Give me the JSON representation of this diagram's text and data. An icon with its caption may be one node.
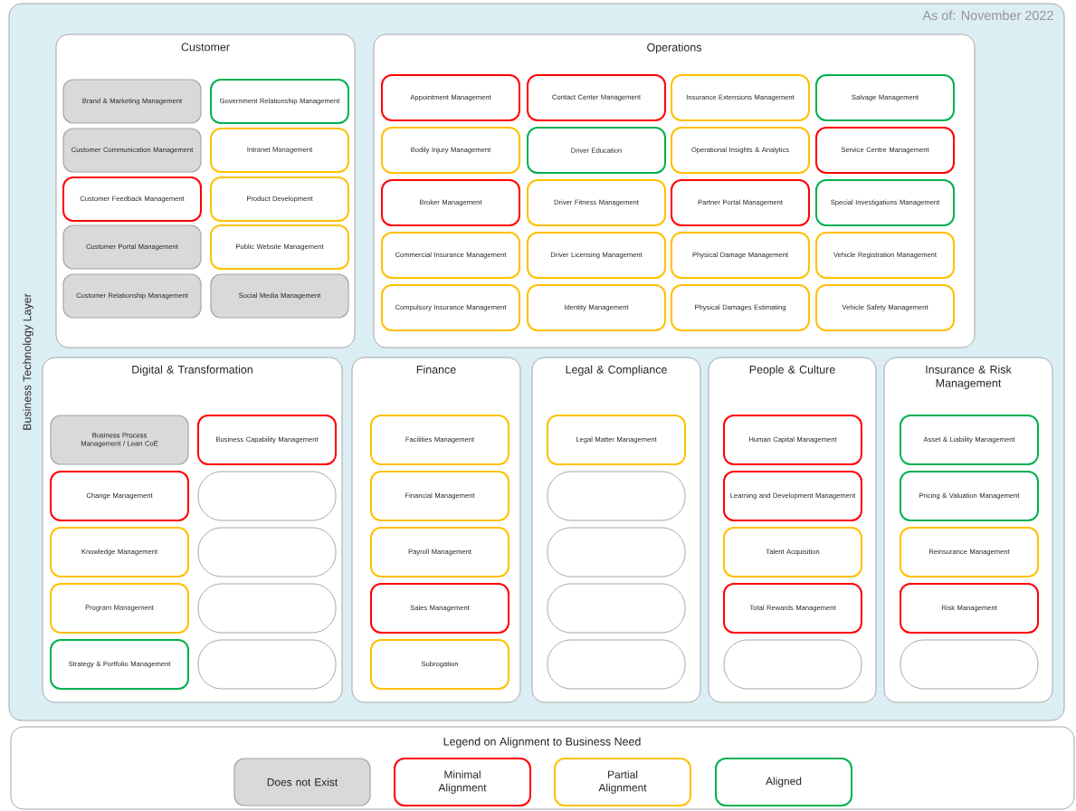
{
  "diagram": {
    "nodes": [
      {
        "text": [
          "Business Technology Layer"
        ]
      },
      {
        "text": [
          "Customer"
        ],
        "in": 0
      },
      {
        "text": [
          "Brand & Marketing Management"
        ],
        "in": 1
      },
      {
        "text": [
          "Government Relationship Management"
        ],
        "in": 1
      },
      {
        "text": [
          "Customer Communication Management"
        ],
        "in": 1
      },
      {
        "text": [
          "Intranet Management"
        ],
        "in": 1
      },
      {
        "text": [
          "Customer Feedback Management"
        ],
        "in": 1
      },
      {
        "text": [
          "Product Development"
        ],
        "in": 1
      },
      {
        "text": [
          "Customer Portal Management"
        ],
        "in": 1
      },
      {
        "text": [
          "Public Website Management"
        ],
        "in": 1
      },
      {
        "text": [
          "Customer Relationship Management"
        ],
        "in": 1
      },
      {
        "text": [
          "Social Media Management"
        ],
        "in": 1
      },
      {
        "text": [
          "Operations"
        ],
        "in": 0
      },
      {
        "text": [
          "Appointment Management"
        ],
        "in": 12
      },
      {
        "text": [
          "Contact Center Management"
        ],
        "in": 12
      },
      {
        "text": [
          "Insurance Extensions Management"
        ],
        "in": 12
      },
      {
        "text": [
          "Salvage Management"
        ],
        "in": 12
      },
      {
        "text": [
          "Bodily Injury Management"
        ],
        "in": 12
      },
      {
        "text": [
          "Driver Education"
        ],
        "in": 12
      },
      {
        "text": [
          "Operational Insights & Analytics"
        ],
        "in": 12
      },
      {
        "text": [
          "Service Centre Management"
        ],
        "in": 12
      },
      {
        "text": [
          "Broker Management"
        ],
        "in": 12
      },
      {
        "text": [
          "Driver Fitness Management"
        ],
        "in": 12
      },
      {
        "text": [
          "Partner Portal Management"
        ],
        "in": 12
      },
      {
        "text": [
          "Special Investigations Management"
        ],
        "in": 12
      },
      {
        "text": [
          "Commercial Insurance Management"
        ],
        "in": 12
      },
      {
        "text": [
          "Driver Licensing Management"
        ],
        "in": 12
      },
      {
        "text": [
          "Physical Damage Management"
        ],
        "in": 12
      },
      {
        "text": [
          "Vehicle Registration Management"
        ],
        "in": 12
      },
      {
        "text": [
          "Compulsory Insurance Management"
        ],
        "in": 12
      },
      {
        "text": [
          "Identity Management"
        ],
        "in": 12
      },
      {
        "text": [
          "Physical Damages Estimating"
        ],
        "in": 12
      },
      {
        "text": [
          "Vehicle Safety Management"
        ],
        "in": 12
      },
      {
        "text": [
          "Digital & Transformation"
        ],
        "in": 0
      },
      {
        "text": [
          "Business Process Management / Lean CoE"
        ],
        "in": 33
      },
      {
        "text": [
          "Business Capability Management"
        ],
        "in": 33
      },
      {
        "text": [
          "Change Management"
        ],
        "in": 33
      },
      {
        "text": [],
        "shape": "box",
        "in": 33
      },
      {
        "text": [
          "Knowledge Management"
        ],
        "in": 33
      },
      {
        "text": [],
        "shape": "box",
        "in": 33
      },
      {
        "text": [
          "Program Management"
        ],
        "in": 33
      },
      {
        "text": [],
        "shape": "box",
        "in": 33
      },
      {
        "text": [
          "Strategy & Portfolio Management"
        ],
        "in": 33
      },
      {
        "text": [],
        "shape": "box",
        "in": 33
      },
      {
        "text": [
          "Finance"
        ],
        "in": 0
      },
      {
        "text": [
          "Facilities Management"
        ],
        "in": 44
      },
      {
        "text": [
          "Financial Management"
        ],
        "in": 44
      },
      {
        "text": [
          "Payroll Management"
        ],
        "in": 44
      },
      {
        "text": [
          "Sales Management"
        ],
        "in": 44
      },
      {
        "text": [
          "Subrogation"
        ],
        "in": 44
      },
      {
        "text": [
          "Legal & Compliance"
        ],
        "in": 0
      },
      {
        "text": [
          "Legal Matter Management"
        ],
        "in": 50
      },
      {
        "text": [],
        "shape": "box",
        "in": 50
      },
      {
        "text": [],
        "shape": "box",
        "in": 50
      },
      {
        "text": [],
        "shape": "box",
        "in": 50
      },
      {
        "text": [],
        "shape": "box",
        "in": 50
      },
      {
        "text": [
          "People & Culture"
        ],
        "in": 0
      },
      {
        "text": [
          "Human Capital Management"
        ],
        "in": 56
      },
      {
        "text": [
          "Learning and Development Management"
        ],
        "in": 56
      },
      {
        "text": [
          "Talent Acquisition"
        ],
        "in": 56
      },
      {
        "text": [
          "Total Rewards Management"
        ],
        "in": 56
      },
      {
        "text": [],
        "shape": "box",
        "in": 56
      },
      {
        "text": [
          "Insurance & Risk Management"
        ],
        "in": 0
      },
      {
        "text": [
          "Asset & Liability Management"
        ],
        "in": 62
      },
      {
        "text": [
          "Pricing & Valuation Management"
        ],
        "in": 62
      },
      {
        "text": [
          "Reinsurance Management"
        ],
        "in": 62
      },
      {
        "text": [
          "Risk Management"
        ],
        "in": 62
      },
      {
        "text": [],
        "shape": "box",
        "in": 62
      },
      {
        "text": [
          "Legend on Alignment to Business Need"
        ]
      }
    ],
    "labels": [
      "As of: November 2022"
    ],
    "legend": [
      {
        "text": "Does not Exist",
        "color": "#d9d9d9"
      },
      {
        "text": "Minimal Alignment",
        "color": "#ff0000"
      },
      {
        "text": "Partial Alignment",
        "color": "#ffc000"
      },
      {
        "text": "Aligned",
        "color": "#00b050"
      }
    ]
  }
}
